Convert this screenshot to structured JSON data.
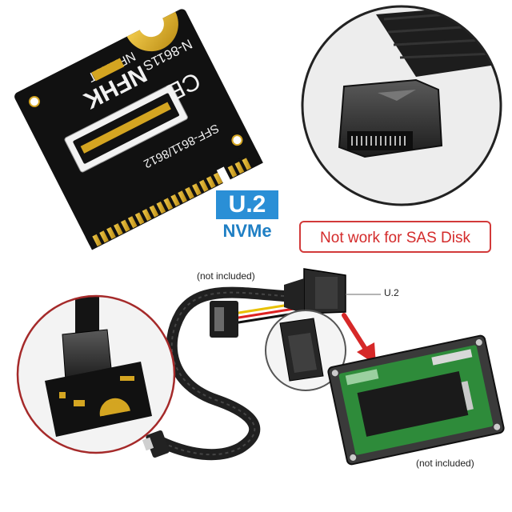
{
  "badge": {
    "top": "U.2",
    "bottom": "NVMe"
  },
  "warning": {
    "text": "Not work for SAS Disk"
  },
  "callouts": {
    "cable_not_included": "(not included)",
    "connector_label": "U.2",
    "enclosure_not_included": "(not included)"
  },
  "board_silk": {
    "brand": "NFHK",
    "brand_sub": "NFHKST",
    "model": "N-8611S",
    "connector": "SFF-8611/8612",
    "cert": "CE"
  },
  "colors": {
    "badge_blue": "#2a8fd6",
    "warning_red": "#d42b2b",
    "arrow_red": "#d62828",
    "board_black": "#111111",
    "gold": "#d4a521",
    "pcb_green": "#2e8b3a"
  },
  "icons": [
    "red-arrow-icon",
    "leader-line-icon"
  ]
}
